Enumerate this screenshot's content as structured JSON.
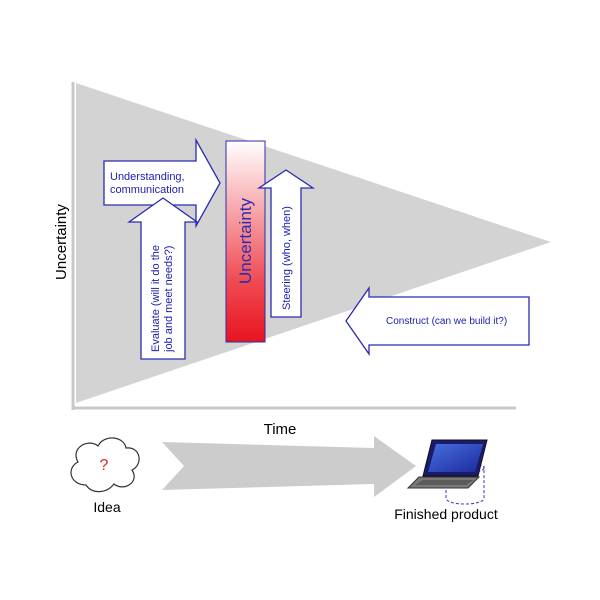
{
  "axes": {
    "y_label": "Uncertainty",
    "x_label": "Time"
  },
  "arrows": {
    "understanding": "Understanding,\ncommunication",
    "evaluate": "Evaluate (will it do the\njob and meet needs?)",
    "steering": "Steering (who, when)",
    "construct": "Construct (can we build it?)"
  },
  "bar_label": "Uncertainty",
  "process": {
    "start_label": "Idea",
    "end_label": "Finished product",
    "idea_symbol": "?"
  },
  "colors": {
    "cone_fill": "#d3d3d3",
    "arrow_text": "#1c1cb0",
    "arrow_stroke": "#2b2bb0",
    "bar_red": "#e8141e",
    "question_mark": "#dd2222"
  }
}
